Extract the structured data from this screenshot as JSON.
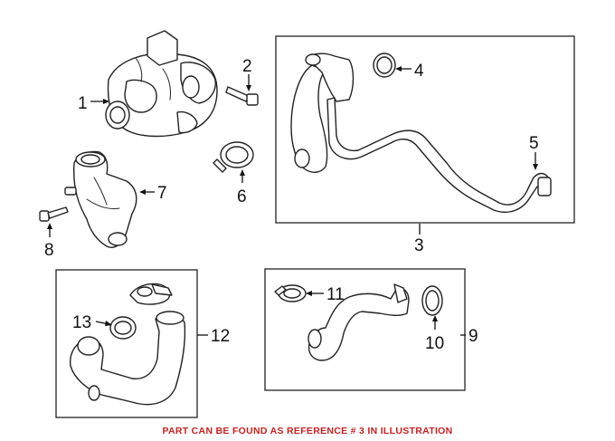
{
  "diagram": {
    "callouts": {
      "c1": "1",
      "c2": "2",
      "c3": "3",
      "c4": "4",
      "c5": "5",
      "c6": "6",
      "c7": "7",
      "c8": "8",
      "c9": "9",
      "c10": "10",
      "c11": "11",
      "c12": "12",
      "c13": "13"
    },
    "footer_note": "PART CAN BE FOUND AS REFERENCE # 3 IN ILLUSTRATION",
    "colors": {
      "note": "#cc1f1f",
      "line": "#222222"
    }
  }
}
